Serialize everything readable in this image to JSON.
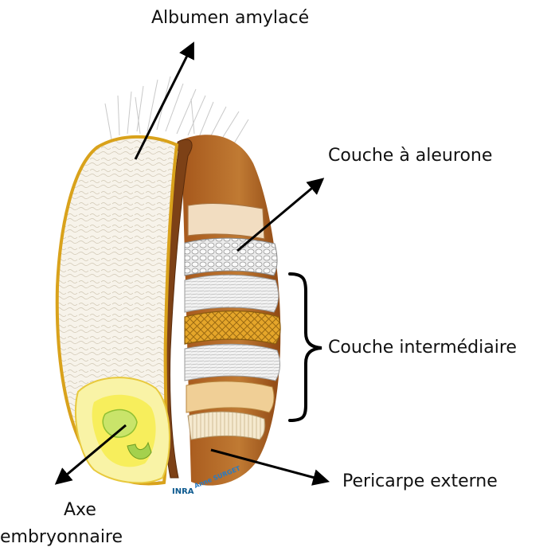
{
  "labels": {
    "albumen": "Albumen amylacé",
    "aleurone": "Couche à aleurone",
    "intermediaire": "Couche intermédiaire",
    "pericarpe": "Pericarpe externe",
    "axe_line1": "Axe",
    "axe_line2": "embryonnaire"
  },
  "credit": {
    "logo": "INRA",
    "author": "Anne SURGET"
  },
  "colors": {
    "albumen_fill": "#f5f0e6",
    "grain_outline": "#d9a21b",
    "crease_brown": "#8a4a1c",
    "husk_brown": "#b0621f",
    "aleurone_fill": "#e8e8e8",
    "cross_cell_gold": "#e2a520",
    "embryo_yellow": "#f7ee5c",
    "embryo_green": "#9fd04a",
    "arrow": "#000000"
  }
}
